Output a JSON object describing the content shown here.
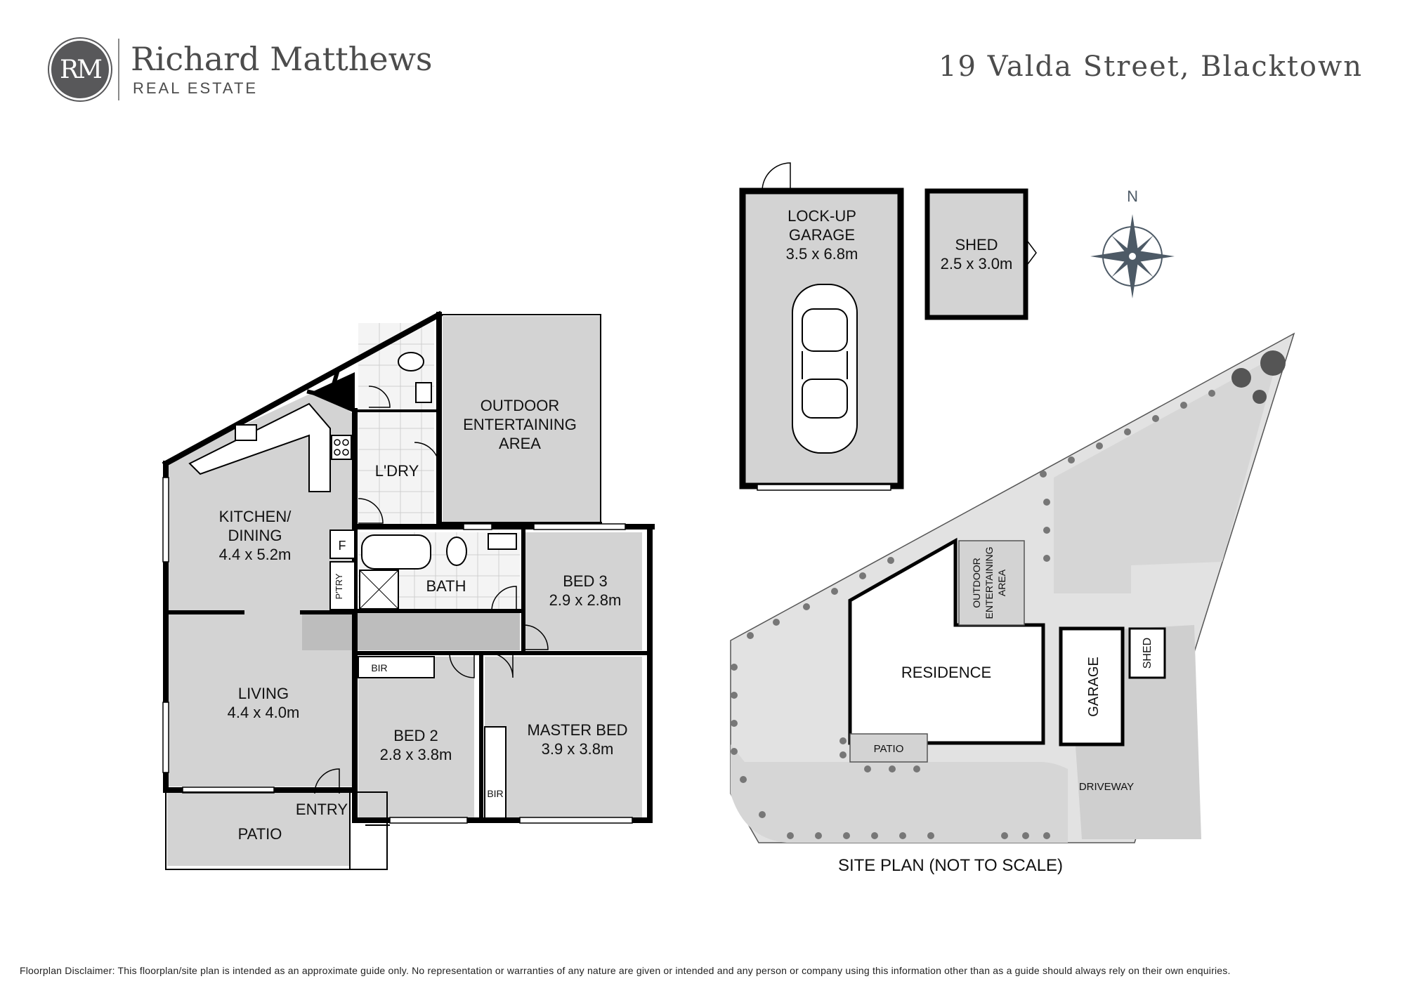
{
  "branding": {
    "logo_monogram": "RM",
    "name": "Richard Matthews",
    "subtitle": "REAL ESTATE"
  },
  "address": "19 Valda Street, Blacktown",
  "floorplan": {
    "rooms": {
      "kitchen": {
        "name": "KITCHEN/",
        "name2": "DINING",
        "size": "4.4 x 5.2m"
      },
      "living": {
        "name": "LIVING",
        "size": "4.4 x 4.0m"
      },
      "laundry": {
        "name": "L'DRY"
      },
      "outdoor": {
        "line1": "OUTDOOR",
        "line2": "ENTERTAINING",
        "line3": "AREA"
      },
      "bath": {
        "name": "BATH"
      },
      "bed3": {
        "name": "BED 3",
        "size": "2.9 x 2.8m"
      },
      "bed2": {
        "name": "BED 2",
        "size": "2.8 x 3.8m"
      },
      "master": {
        "name": "MASTER BED",
        "size": "3.9 x 3.8m"
      },
      "bir_bed2": "BIR",
      "bir_master": "BIR",
      "fridge": "F",
      "pantry": "P'TRY",
      "entry": "ENTRY",
      "patio": "PATIO"
    }
  },
  "outbuildings": {
    "garage": {
      "line1": "LOCK-UP",
      "line2": "GARAGE",
      "size": "3.5 x 6.8m"
    },
    "shed": {
      "name": "SHED",
      "size": "2.5 x 3.0m"
    }
  },
  "compass": {
    "north_label": "N"
  },
  "site_plan": {
    "title": "SITE PLAN (NOT TO SCALE)",
    "residence": "RESIDENCE",
    "outdoor_line1": "OUTDOOR",
    "outdoor_line2": "ENTERTAINING",
    "outdoor_line3": "AREA",
    "garage": "GARAGE",
    "shed": "SHED",
    "patio": "PATIO",
    "driveway": "DRIVEWAY"
  },
  "disclaimer": "Floorplan Disclaimer: This floorplan/site plan is intended as an approximate guide only. No representation or warranties of any nature are given or intended and any person or company using this information other than as a guide should always rely on their own enquiries.",
  "colors": {
    "wall": "#000000",
    "floor": "#d3d3d3",
    "site_land": "#e2e2e2",
    "brand_grey": "#58585a",
    "compass": "#4d5a66"
  }
}
